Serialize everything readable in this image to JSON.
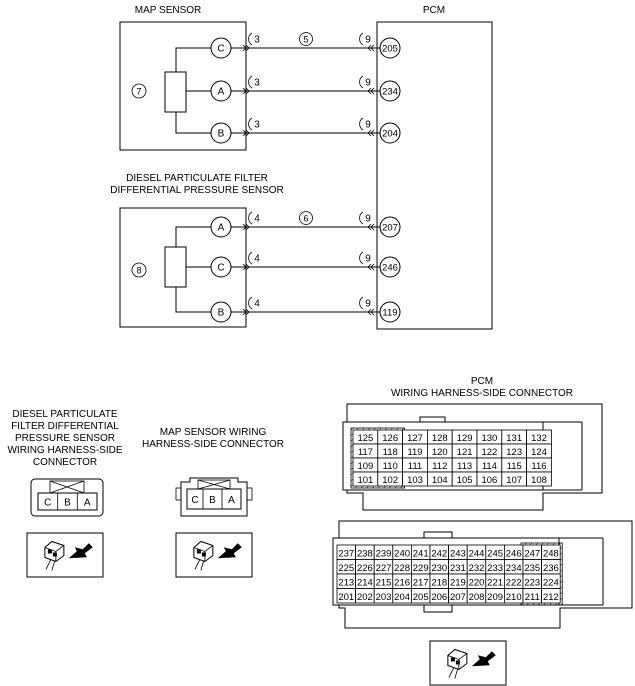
{
  "wiring": {
    "map_sensor_title": "MAP SENSOR",
    "pcm_title": "PCM",
    "dpf_title_line1": "DIESEL PARTICULATE FILTER",
    "dpf_title_line2": "DIFFERENTIAL PRESSURE SENSOR",
    "map_ref": "7",
    "dpf_ref": "8",
    "map_terminals": [
      "C",
      "A",
      "B"
    ],
    "dpf_terminals": [
      "A",
      "C",
      "B"
    ],
    "map_pcm_pins": [
      "205",
      "234",
      "204"
    ],
    "dpf_pcm_pins": [
      "207",
      "246",
      "119"
    ],
    "sensor_side_connector_ref": {
      "map": "3",
      "dpf": "4"
    },
    "pcm_side_connector_ref": "9",
    "map_wire_ref": "5",
    "dpf_wire_ref": "6"
  },
  "connectors": {
    "dpf_caption": [
      "DIESEL PARTICULATE",
      "FILTER DIFFERENTIAL",
      "PRESSURE SENSOR",
      "WIRING HARNESS-SIDE",
      "CONNECTOR"
    ],
    "dpf_cells": [
      "C",
      "B",
      "A"
    ],
    "map_caption": [
      "MAP SENSOR WIRING",
      "HARNESS-SIDE CONNECTOR"
    ],
    "map_cells": [
      "C",
      "B",
      "A"
    ],
    "pcm_caption": [
      "PCM",
      "WIRING HARNESS-SIDE CONNECTOR"
    ],
    "pcm_upper_grid": [
      [
        "125",
        "126",
        "127",
        "128",
        "129",
        "130",
        "131",
        "132"
      ],
      [
        "117",
        "118",
        "119",
        "120",
        "121",
        "122",
        "123",
        "124"
      ],
      [
        "109",
        "110",
        "111",
        "112",
        "113",
        "114",
        "115",
        "116"
      ],
      [
        "101",
        "102",
        "103",
        "104",
        "105",
        "106",
        "107",
        "108"
      ]
    ],
    "pcm_lower_grid": [
      [
        "237",
        "238",
        "239",
        "240",
        "241",
        "242",
        "243",
        "244",
        "245",
        "246",
        "247",
        "248"
      ],
      [
        "225",
        "226",
        "227",
        "228",
        "229",
        "230",
        "231",
        "232",
        "233",
        "234",
        "235",
        "236"
      ],
      [
        "213",
        "214",
        "215",
        "216",
        "217",
        "218",
        "219",
        "220",
        "221",
        "222",
        "223",
        "224"
      ],
      [
        "201",
        "202",
        "203",
        "204",
        "205",
        "206",
        "207",
        "208",
        "209",
        "210",
        "211",
        "212"
      ]
    ]
  }
}
